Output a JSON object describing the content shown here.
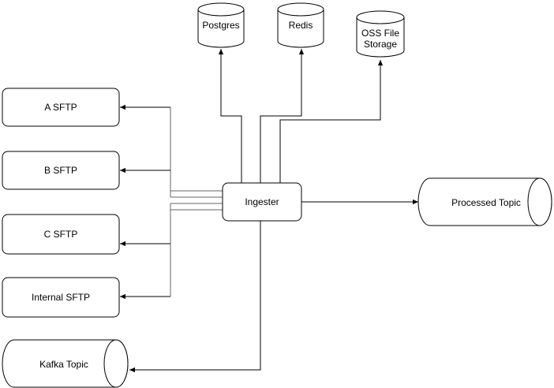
{
  "nodes": {
    "postgres": "Postgres",
    "redis": "Redis",
    "oss_line1": "OSS File",
    "oss_line2": "Storage",
    "a_sftp": "A SFTP",
    "b_sftp": "B SFTP",
    "c_sftp": "C SFTP",
    "internal_sftp": "Internal SFTP",
    "ingester": "Ingester",
    "processed_topic": "Processed Topic",
    "kafka_topic": "Kafka Topic"
  },
  "colors": {
    "stroke": "#000000",
    "fill": "#ffffff",
    "connector": "#000000"
  }
}
